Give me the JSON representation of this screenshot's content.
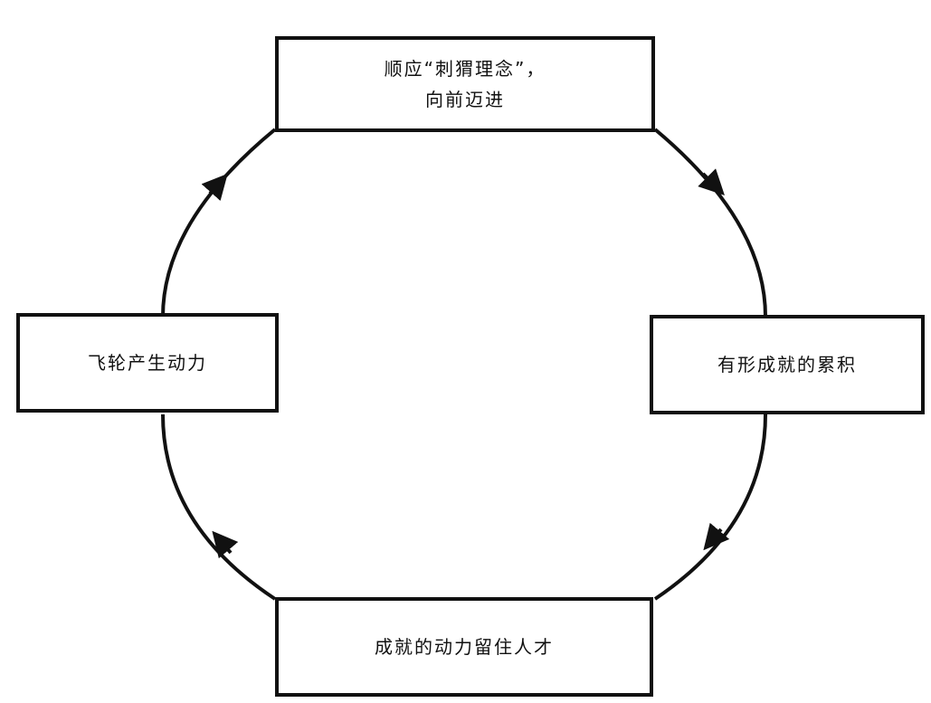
{
  "diagram": {
    "nodes": [
      {
        "id": "top",
        "label": "顺应“刺猬理念”，\n向前迈进"
      },
      {
        "id": "right",
        "label": "有形成就的累积"
      },
      {
        "id": "bottom",
        "label": "成就的动力留住人才"
      },
      {
        "id": "left",
        "label": "飞轮产生动力"
      }
    ],
    "edges": [
      {
        "from": "top",
        "to": "right"
      },
      {
        "from": "right",
        "to": "bottom"
      },
      {
        "from": "bottom",
        "to": "left"
      },
      {
        "from": "left",
        "to": "top"
      }
    ],
    "line_color": "#111111",
    "box_color": "#ffffff"
  }
}
